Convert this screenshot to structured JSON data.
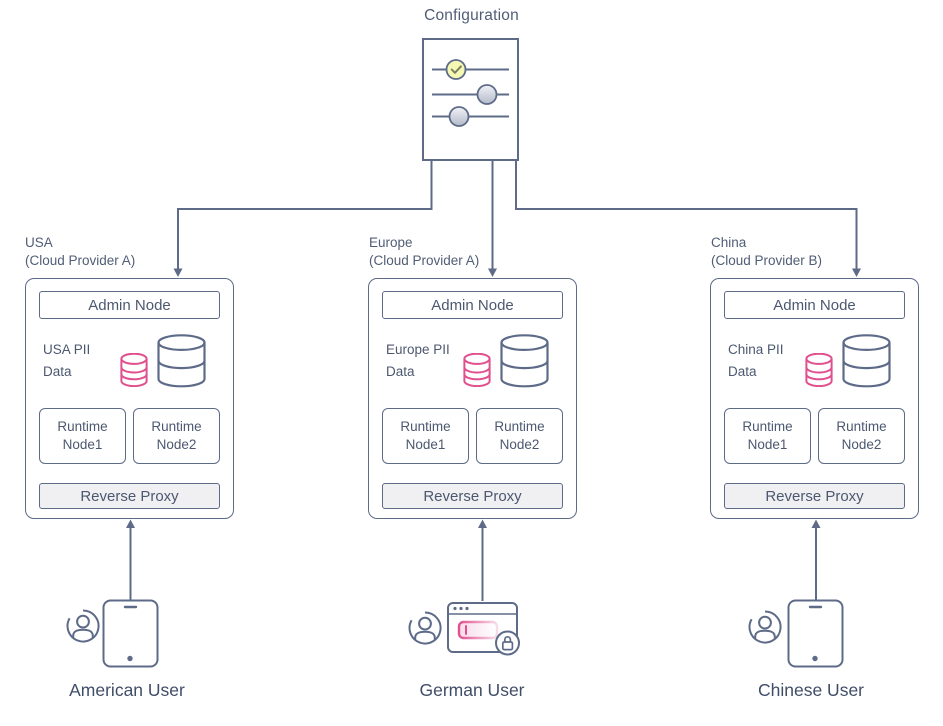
{
  "title": "Configuration",
  "config_node": {
    "icon": "sliders-settings-icon",
    "check_icon": "check-icon"
  },
  "regions": [
    {
      "name": "USA",
      "provider": "(Cloud Provider A)",
      "admin_node": "Admin Node",
      "pii_line1": "USA PII",
      "pii_line2": "Data",
      "pii_icons": [
        "pii-database-icon",
        "database-icon"
      ],
      "runtime_nodes": [
        {
          "line1": "Runtime",
          "line2": "Node1"
        },
        {
          "line1": "Runtime",
          "line2": "Node2"
        }
      ],
      "reverse_proxy": "Reverse Proxy",
      "user": {
        "label": "American User",
        "device_icon": "tablet-device-icon",
        "person_icon": "person-icon"
      }
    },
    {
      "name": "Europe",
      "provider": "(Cloud Provider A)",
      "admin_node": "Admin Node",
      "pii_line1": "Europe PII",
      "pii_line2": "Data",
      "pii_icons": [
        "pii-database-icon",
        "database-icon"
      ],
      "runtime_nodes": [
        {
          "line1": "Runtime",
          "line2": "Node1"
        },
        {
          "line1": "Runtime",
          "line2": "Node2"
        }
      ],
      "reverse_proxy": "Reverse Proxy",
      "user": {
        "label": "German User",
        "device_icon": "browser-secure-login-icon",
        "person_icon": "person-icon"
      }
    },
    {
      "name": "China",
      "provider": "(Cloud Provider B)",
      "admin_node": "Admin Node",
      "pii_line1": "China PII",
      "pii_line2": "Data",
      "pii_icons": [
        "pii-database-icon",
        "database-icon"
      ],
      "runtime_nodes": [
        {
          "line1": "Runtime",
          "line2": "Node1"
        },
        {
          "line1": "Runtime",
          "line2": "Node2"
        }
      ],
      "reverse_proxy": "Reverse Proxy",
      "user": {
        "label": "Chinese User",
        "device_icon": "tablet-device-icon",
        "person_icon": "person-icon"
      }
    }
  ],
  "colors": {
    "line": "#5e6b88",
    "text": "#4c5870",
    "accent_pink": "#e0508e",
    "check_fill": "#f4f8b2",
    "check_mark": "#7b8063",
    "knob_fill": "#c3c9d6",
    "proxy_bg": "#f0f0f2"
  }
}
